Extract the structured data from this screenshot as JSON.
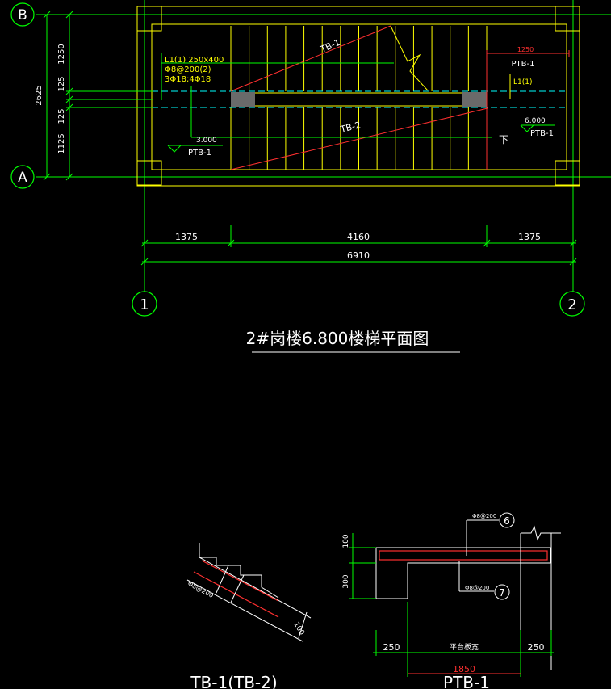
{
  "colors": {
    "background": "#000000",
    "grid_line": "#00ff00",
    "axis_line": "#00ffff",
    "stair": "#ffff00",
    "slab_line": "#ff3030",
    "white": "#ffffff",
    "gray_block": "#6a6a6a"
  },
  "grid_axes": {
    "b": "B",
    "a": "A",
    "one": "1",
    "two": "2"
  },
  "plan": {
    "dims_left": {
      "total": "2625",
      "d1": "1250",
      "d2": "125",
      "d3": "125",
      "d4": "1125"
    },
    "dims_bottom": {
      "left": "1375",
      "mid": "4160",
      "right": "1375",
      "total": "6910"
    },
    "beam_label": {
      "line1": "L1(1) 250x400",
      "line2": "Φ8@200(2)",
      "line3": "3Φ18;4Φ18"
    },
    "flight_up": "TB-1",
    "flight_down": "TB-2",
    "platform_right": {
      "width": "1250",
      "name": "PTB-1",
      "beam": "L1(1)",
      "elev": "6.000",
      "elev_name": "PTB-1",
      "down_mark": "下"
    },
    "platform_left": {
      "elev": "3.000",
      "name": "PTB-1"
    },
    "title": "2#岗楼6.800楼梯平面图"
  },
  "tb_detail": {
    "rebar": "Φ8@200",
    "thickness": "100",
    "title": "TB-1(TB-2)"
  },
  "ptb_detail": {
    "rebar_top": "Φ8@200",
    "mark_top": "6",
    "rebar_bottom": "Φ8@200",
    "mark_bottom": "7",
    "dim_top": "100",
    "dim_side": "300",
    "dim_left": "250",
    "dim_mid": "平台板宽",
    "dim_right": "250",
    "dim_total": "1850",
    "title": "PTB-1"
  }
}
